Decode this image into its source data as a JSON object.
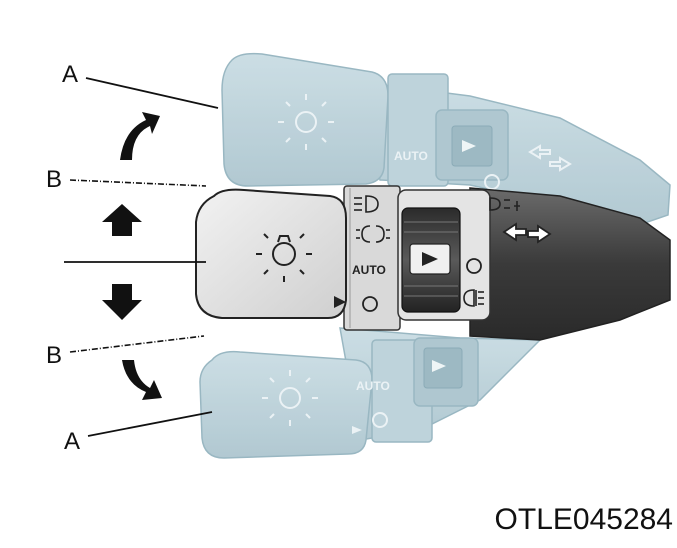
{
  "callouts": {
    "a_top": "A",
    "b_top": "B",
    "b_bottom": "B",
    "a_bottom": "A"
  },
  "switch_labels": {
    "auto_main": "AUTO",
    "auto_ghost_upper": "AUTO",
    "auto_ghost_lower": "AUTO"
  },
  "reference_code": "OTLE045284",
  "colors": {
    "lever_dark": "#4a4a4a",
    "lever_light": "#e8e8e8",
    "ghost_fill": "#b9d0d8",
    "ghost_stroke": "#8fb0bc",
    "arrow": "#111111"
  },
  "icons": [
    "headlight-icon",
    "parking-light-icon",
    "high-beam-icon",
    "rear-fog-light-icon",
    "turn-signal-arrows-icon",
    "off-circle-icon",
    "play-triangle-icon"
  ]
}
